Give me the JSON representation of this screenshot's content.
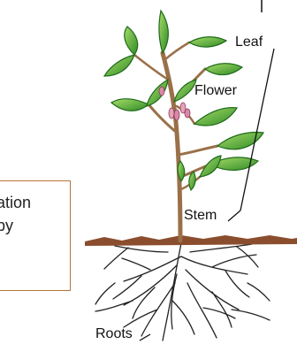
{
  "labels": {
    "leaf": "Leaf",
    "flower": "Flower",
    "stem": "Stem",
    "roots": "Roots"
  },
  "caption_box": {
    "line1": "ation",
    "line2": "py"
  },
  "colors": {
    "leaf_dark": "#1f6b1a",
    "leaf_light": "#7cc043",
    "stem": "#9a7048",
    "soil": "#8a4e2e",
    "flower": "#d88aa6",
    "box_border": "#b8733a"
  }
}
